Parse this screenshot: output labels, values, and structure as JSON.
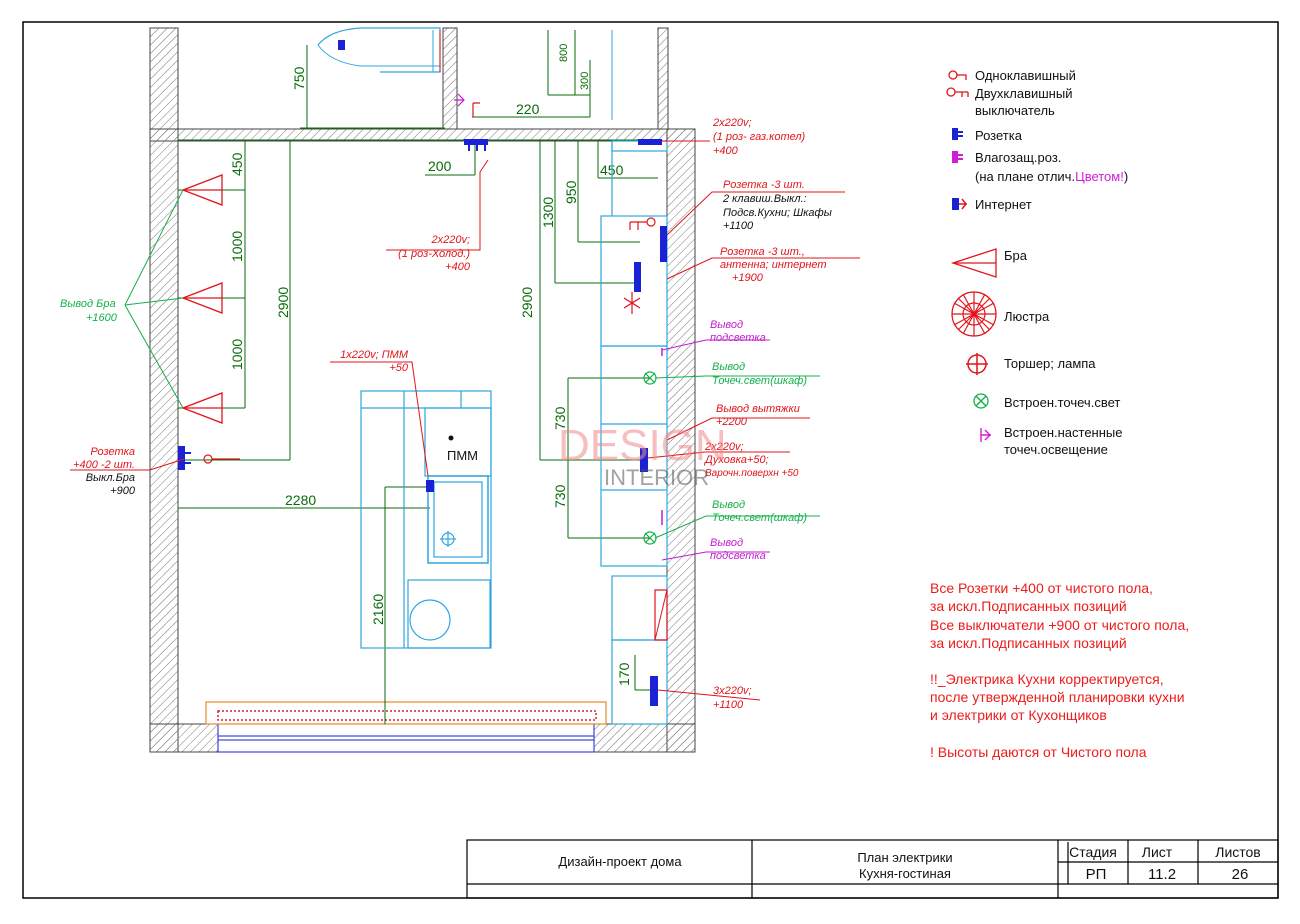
{
  "dimensions": {
    "d750": "750",
    "d220": "220",
    "d800": "800",
    "d300": "300",
    "d200": "200",
    "d450a": "450",
    "d450b": "450",
    "d950": "950",
    "d1300": "1300",
    "d1000a": "1000",
    "d1000b": "1000",
    "d2900a": "2900",
    "d2900b": "2900",
    "d2280": "2280",
    "d2160": "2160",
    "d730a": "730",
    "d730b": "730",
    "d170": "170"
  },
  "labels": {
    "gas_l1": "2х220v;",
    "gas_l2": "(1 роз- газ.котел)",
    "gas_l3": "+400",
    "hol_l1": "2х220v;",
    "hol_l2": "(1 роз-Холод.)",
    "hol_l3": "+400",
    "ros3_l1": "Розетка -3 шт.",
    "ros3_l2": "2 клавиш.Выкл.:",
    "ros3_l3": "Подсв.Кухни;  Шкафы",
    "ros3_l4": "+1100",
    "ant_l1": "Розетка -3 шт.,",
    "ant_l2": "антенна; интернет",
    "ant_l3": "+1900",
    "bra_l1": "Вывод Бра",
    "bra_l2": "+1600",
    "ros2_l1": "Розетка",
    "ros2_l2": "+400 -2 шт.",
    "ros2_l3": "Выкл.Бра",
    "ros2_l4": "+900",
    "pmm_l1": "1х220v; ПММ",
    "pmm_l2": "+50",
    "pmm_name": "ПММ",
    "pods1_l1": "Вывод",
    "pods1_l2": "подсветка",
    "toch1_l1": "Вывод",
    "toch1_l2": "Точеч.свет(шкаф)",
    "vyt_l1": "Вывод вытяжки",
    "vyt_l2": "+2200",
    "duh_l1": "2х220v;",
    "duh_l2": "Духовка+50;",
    "duh_l3": "Варочн.поверхн +50",
    "toch2_l1": "Вывод",
    "toch2_l2": "Точеч.свет(шкаф)",
    "pods2_l1": "Вывод",
    "pods2_l2": "подсветка",
    "s3_l1": "3х220v;",
    "s3_l2": "+1100"
  },
  "watermark": {
    "top": "DESIGN",
    "bottom": "INTERIOR"
  },
  "legend": {
    "one_key": "Одноклавишный",
    "two_key_1": "Двухклавишный",
    "two_key_2": "выключатель",
    "socket": "Розетка",
    "wet_1": "Влагозащ.роз.",
    "wet_2a": "(на плане отлич.",
    "wet_2b": "Цветом!",
    "wet_2c": ")",
    "internet": "Интернет",
    "bra": "Бра",
    "chandelier": "Люстра",
    "lamp": "Торшер; лампа",
    "spot": "Встроен.точеч.свет",
    "wall_spot_1": "Встроен.настенные",
    "wall_spot_2": "точеч.освещение"
  },
  "notes": [
    "Все Розетки +400 от чистого пола,",
    "за искл.Подписанных позиций",
    "Все выключатели +900 от чистого пола,",
    "за искл.Подписанных позиций",
    "!!_Электрика Кухни корректируется,",
    "после утвержденной планировки кухни",
    "и электрики от Кухонщиков",
    "! Высоты даются от Чистого пола"
  ],
  "title_block": {
    "project": "Дизайн-проект дома",
    "plan_1": "План электрики",
    "plan_2": "Кухня-гостиная",
    "stage_label": "Стадия",
    "sheet_label": "Лист",
    "sheets_label": "Листов",
    "stage": "РП",
    "sheet": "11.2",
    "sheets": "26"
  },
  "colors": {
    "wall_hatch": "#777777",
    "dimension": "#0a6b0a",
    "annotation_red": "#e0141b",
    "socket_blue": "#1b22d6",
    "furniture_cyan": "#2ea7e0",
    "green_spot": "#14b04a",
    "magenta": "#c21ccf"
  }
}
